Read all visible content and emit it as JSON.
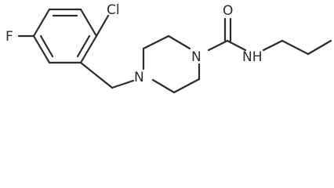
{
  "atoms": {
    "fluorine": "F",
    "chlorine": "Cl",
    "piperazine_n1": "N",
    "piperazine_n4": "N",
    "carbonyl_oxygen": "O",
    "amide_nh": "NH"
  },
  "colors": {
    "bond": "#2b2b2b",
    "background": "#ffffff"
  }
}
